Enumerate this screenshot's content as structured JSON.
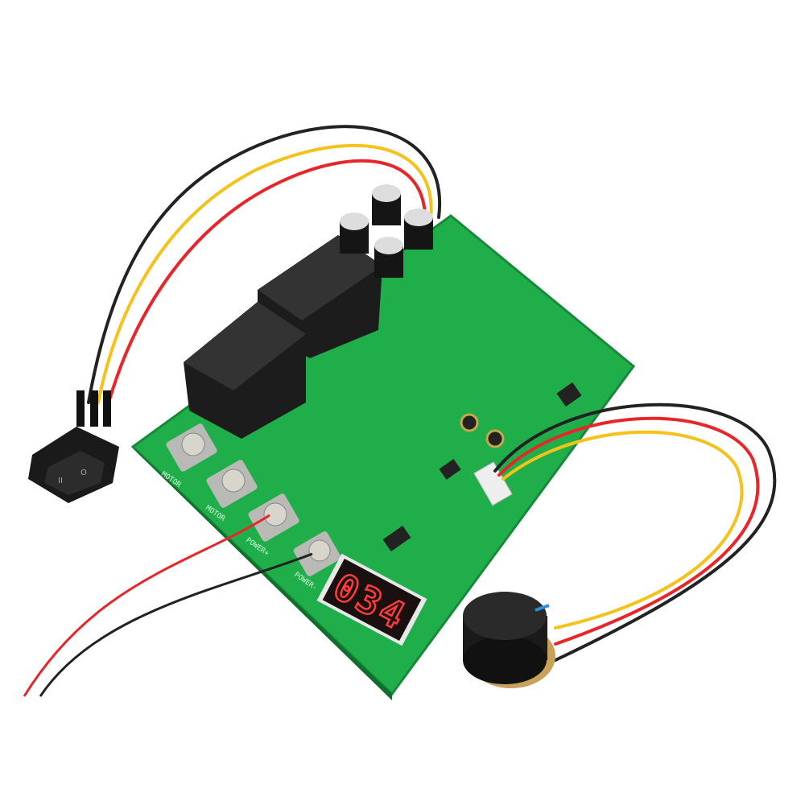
{
  "terminals": [
    {
      "label": "MOTOR"
    },
    {
      "label": "MOTOR"
    },
    {
      "label": "POWER+"
    },
    {
      "label": "POWER-"
    }
  ],
  "display": {
    "value": "034",
    "color": "#ff3b3b"
  },
  "switch": {
    "on_mark": "II",
    "off_mark": "O"
  },
  "colors": {
    "pcb": "#1fae4a",
    "wire_red": "#e8262a",
    "wire_yellow": "#f4c21b",
    "wire_black": "#222222",
    "heatsink": "#c9cbcc"
  }
}
